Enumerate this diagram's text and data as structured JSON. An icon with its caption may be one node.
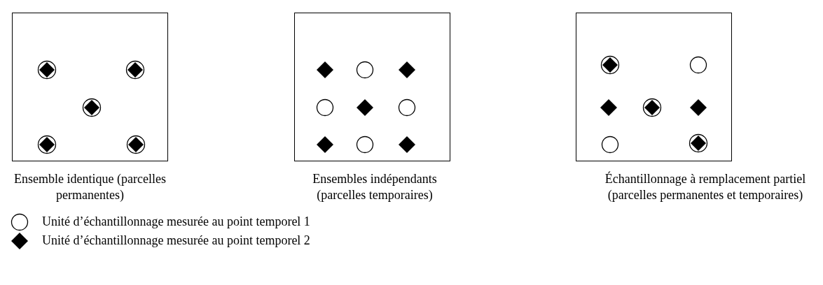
{
  "diagram": {
    "nodes": [
      {
        "text": [
          "Ensemble identique (parcelles permanentes)"
        ]
      },
      {
        "text": [
          "Ensembles indépendants (parcelles temporaires)"
        ]
      },
      {
        "text": [
          "Échantillonnage à remplacement partiel (parcelles permanentes et temporaires)"
        ]
      }
    ],
    "legend": [
      {
        "text": "Unité d’échantillonnage mesurée au point temporel 1"
      },
      {
        "text": "Unité d’échantillonnage mesurée au point temporel 2"
      }
    ]
  }
}
